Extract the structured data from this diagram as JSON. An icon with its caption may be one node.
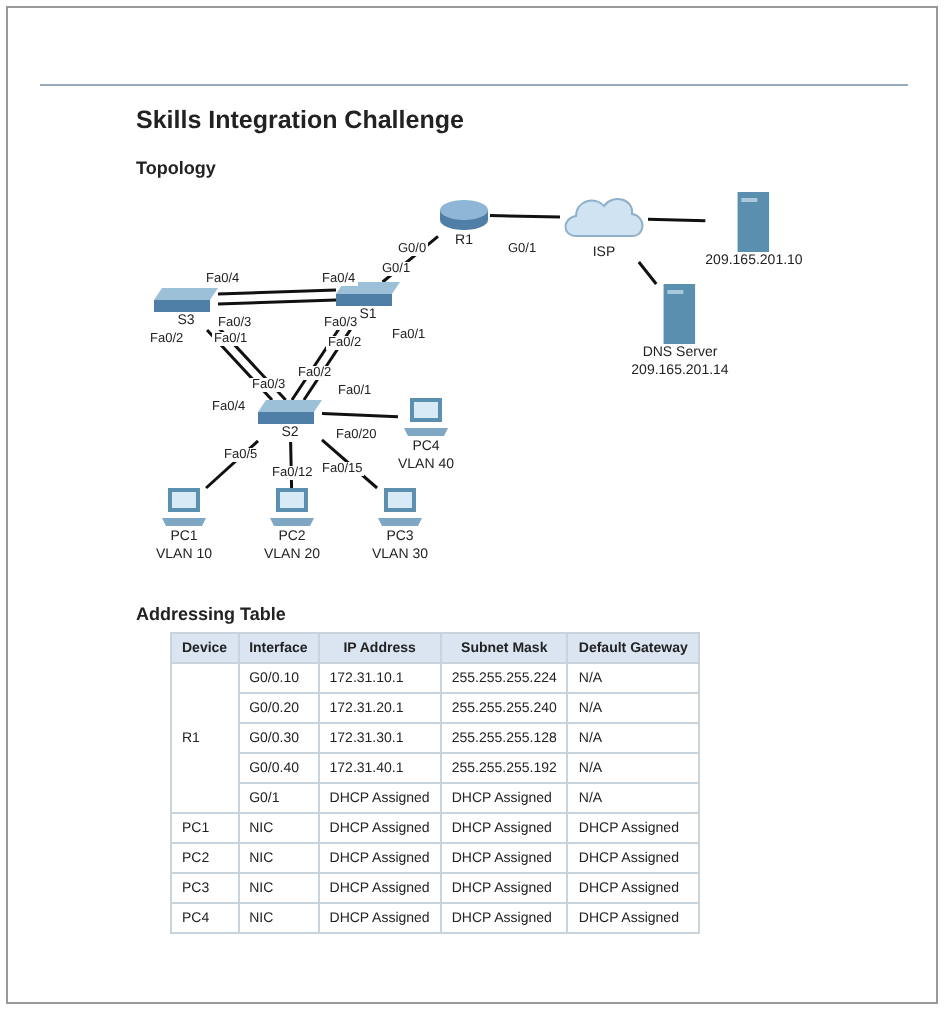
{
  "diagram": {
    "title": "Skills Integration Challenge",
    "nodes": [
      {
        "text": [
          "R1"
        ]
      },
      {
        "text": [
          "ISP"
        ]
      },
      {
        "text": [
          "209.165.201.10"
        ]
      },
      {
        "text": [
          "DNS Server",
          "209.165.201.14"
        ]
      },
      {
        "text": [
          "S3"
        ]
      },
      {
        "text": [
          "S1"
        ]
      },
      {
        "text": [
          "S2"
        ]
      },
      {
        "text": [
          "PC4",
          "VLAN 40"
        ]
      },
      {
        "text": [
          "PC1",
          "VLAN 10"
        ]
      },
      {
        "text": [
          "PC2",
          "VLAN 20"
        ]
      },
      {
        "text": [
          "PC3",
          "VLAN 30"
        ]
      }
    ],
    "edges": [
      {
        "from": 0,
        "to": 5,
        "arrow": "none"
      },
      {
        "from": 0,
        "to": 1,
        "arrow": "none"
      },
      {
        "from": 1,
        "to": 2,
        "arrow": "none"
      },
      {
        "from": 1,
        "to": 3,
        "arrow": "none"
      },
      {
        "from": 4,
        "to": 5,
        "arrow": "none"
      },
      {
        "from": 4,
        "to": 5,
        "arrow": "none"
      },
      {
        "from": 4,
        "to": 6,
        "arrow": "none"
      },
      {
        "from": 4,
        "to": 6,
        "arrow": "none"
      },
      {
        "from": 5,
        "to": 6,
        "arrow": "none"
      },
      {
        "from": 5,
        "to": 6,
        "arrow": "none"
      },
      {
        "from": 6,
        "to": 7,
        "arrow": "none"
      },
      {
        "from": 6,
        "to": 8,
        "arrow": "none"
      },
      {
        "from": 6,
        "to": 9,
        "arrow": "none"
      },
      {
        "from": 6,
        "to": 10,
        "arrow": "none"
      }
    ],
    "labels": [
      "Topology",
      "G0/0",
      "G0/1",
      "G0/1",
      "Fa0/4",
      "Fa0/4",
      "Fa0/3",
      "Fa0/3",
      "Fa0/2",
      "Fa0/1",
      "Fa0/2",
      "Fa0/1",
      "Fa0/2",
      "Fa0/3",
      "Fa0/1",
      "Fa0/4",
      "Fa0/20",
      "Fa0/5",
      "Fa0/12",
      "Fa0/15",
      "Addressing Table",
      "Device",
      "Interface",
      "IP Address",
      "Subnet Mask",
      "Default Gateway",
      "R1",
      "G0/0.10",
      "172.31.10.1",
      "255.255.255.224",
      "N/A",
      "G0/0.20",
      "172.31.20.1",
      "255.255.255.240",
      "N/A",
      "G0/0.30",
      "172.31.30.1",
      "255.255.255.128",
      "N/A",
      "G0/0.40",
      "172.31.40.1",
      "255.255.255.192",
      "N/A",
      "G0/1",
      "DHCP Assigned",
      "DHCP Assigned",
      "N/A",
      "PC1",
      "NIC",
      "DHCP Assigned",
      "DHCP Assigned",
      "DHCP Assigned",
      "PC2",
      "NIC",
      "DHCP Assigned",
      "DHCP Assigned",
      "DHCP Assigned",
      "PC3",
      "NIC",
      "DHCP Assigned",
      "DHCP Assigned",
      "DHCP Assigned",
      "PC4",
      "NIC",
      "DHCP Assigned",
      "DHCP Assigned",
      "DHCP Assigned"
    ]
  }
}
